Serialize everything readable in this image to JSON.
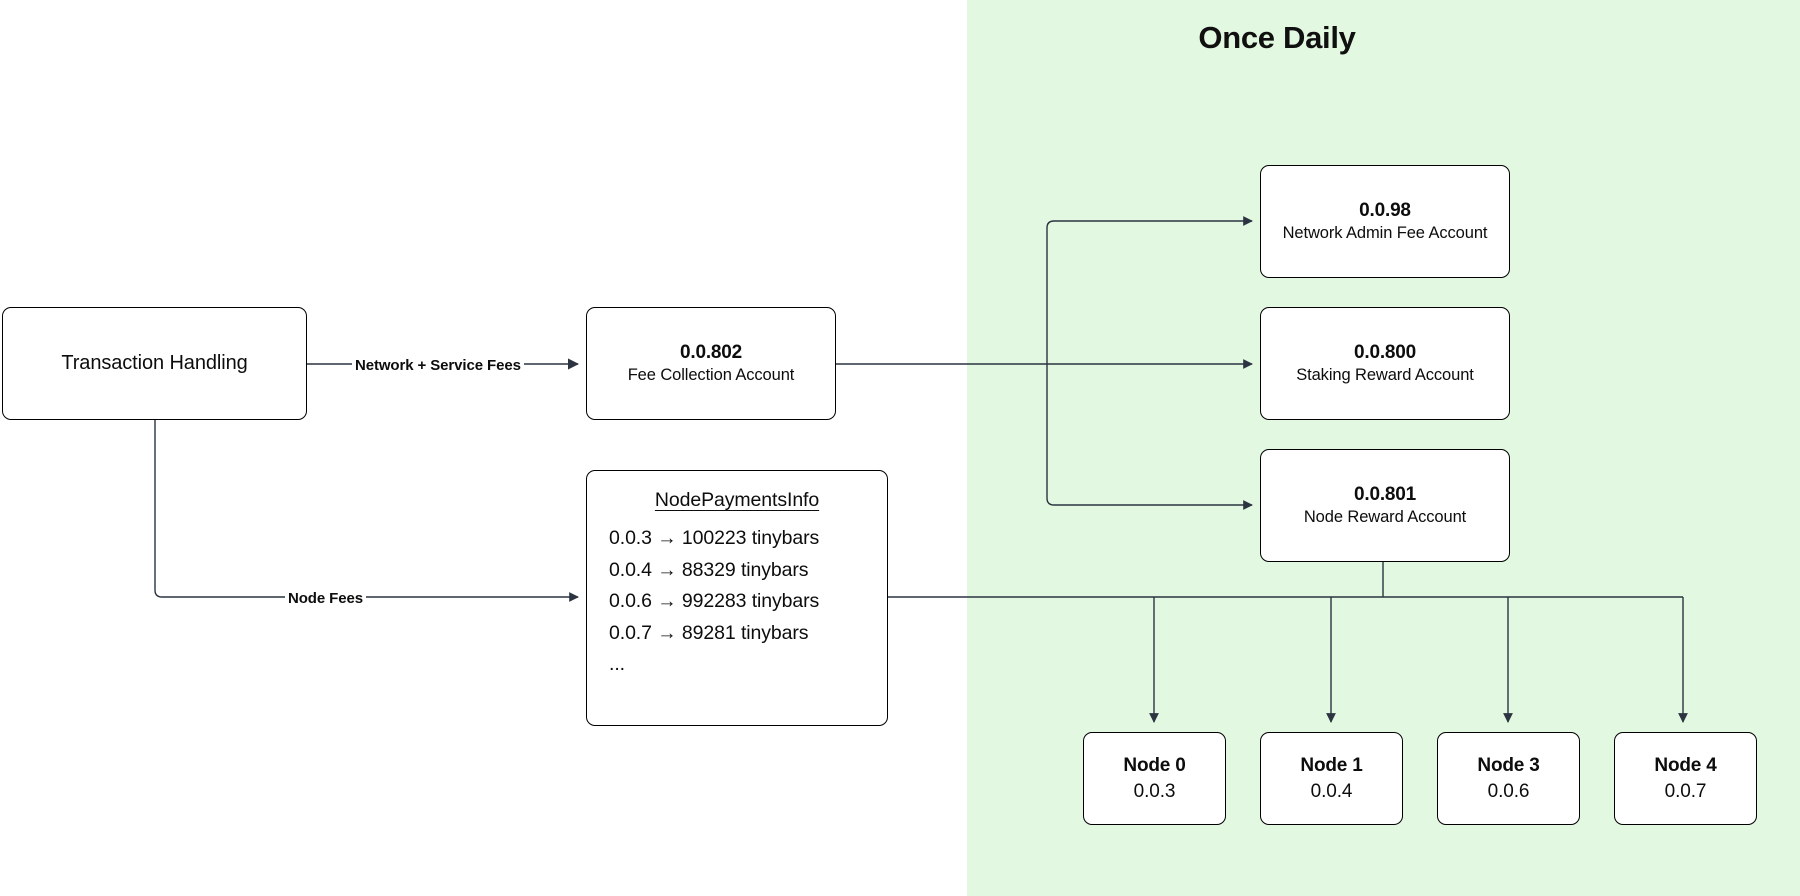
{
  "diagram": {
    "title": "Once Daily",
    "background_color": "#ffffff",
    "panel_color": "#e2f8e0",
    "stroke_color": "#000000"
  },
  "source": {
    "label": "Transaction Handling"
  },
  "fee_collection": {
    "id": "0.0.802",
    "desc": "Fee Collection Account"
  },
  "node_payments": {
    "title": "NodePaymentsInfo",
    "rows": [
      "0.0.3 → 100223 tinybars",
      "0.0.4 → 88329 tinybars",
      "0.0.6 → 992283 tinybars",
      "0.0.7 → 89281 tinybars",
      "..."
    ]
  },
  "edges": {
    "network_service_fees": "Network + Service Fees",
    "node_fees": "Node Fees"
  },
  "accounts": [
    {
      "id": "0.0.98",
      "desc": "Network Admin Fee Account"
    },
    {
      "id": "0.0.800",
      "desc": "Staking Reward Account"
    },
    {
      "id": "0.0.801",
      "desc": "Node Reward Account"
    }
  ],
  "nodes": [
    {
      "name": "Node 0",
      "account": "0.0.3"
    },
    {
      "name": "Node 1",
      "account": "0.0.4"
    },
    {
      "name": "Node 3",
      "account": "0.0.6"
    },
    {
      "name": "Node 4",
      "account": "0.0.7"
    }
  ]
}
